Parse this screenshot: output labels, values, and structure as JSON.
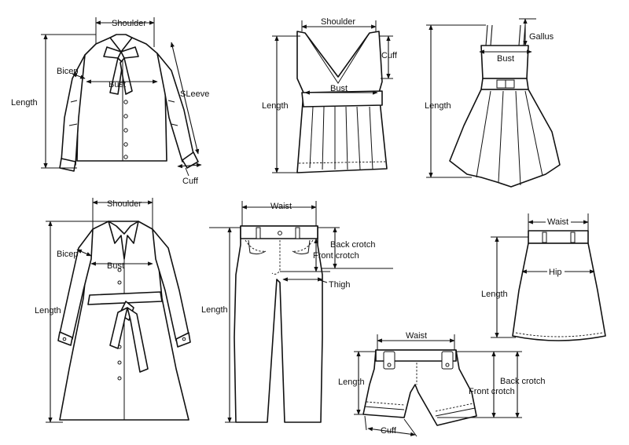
{
  "labels": {
    "shirt": {
      "shoulder": "Shoulder",
      "bicep": "Bicep",
      "bust": "Bust",
      "sleeve": "SLeeve",
      "length": "Length",
      "cuff": "Cuff"
    },
    "vest": {
      "shoulder": "Shoulder",
      "cuff": "Cuff",
      "bust": "Bust",
      "length": "Length"
    },
    "dress": {
      "gallus": "Gallus",
      "bust": "Bust",
      "length": "Length"
    },
    "coat": {
      "shoulder": "Shoulder",
      "bicep": "Bicep",
      "bust": "Bust",
      "length": "Length"
    },
    "pants": {
      "waist": "Waist",
      "back_crotch": "Back crotch",
      "front_crotch": "Front crotch",
      "thigh": "Thigh",
      "length": "Length"
    },
    "skirt": {
      "waist": "Waist",
      "hip": "Hip",
      "length": "Length"
    },
    "shorts": {
      "waist": "Waist",
      "back_crotch": "Back crotch",
      "front_crotch": "Front crotch",
      "length": "Length",
      "cuff": "Cuff"
    }
  }
}
